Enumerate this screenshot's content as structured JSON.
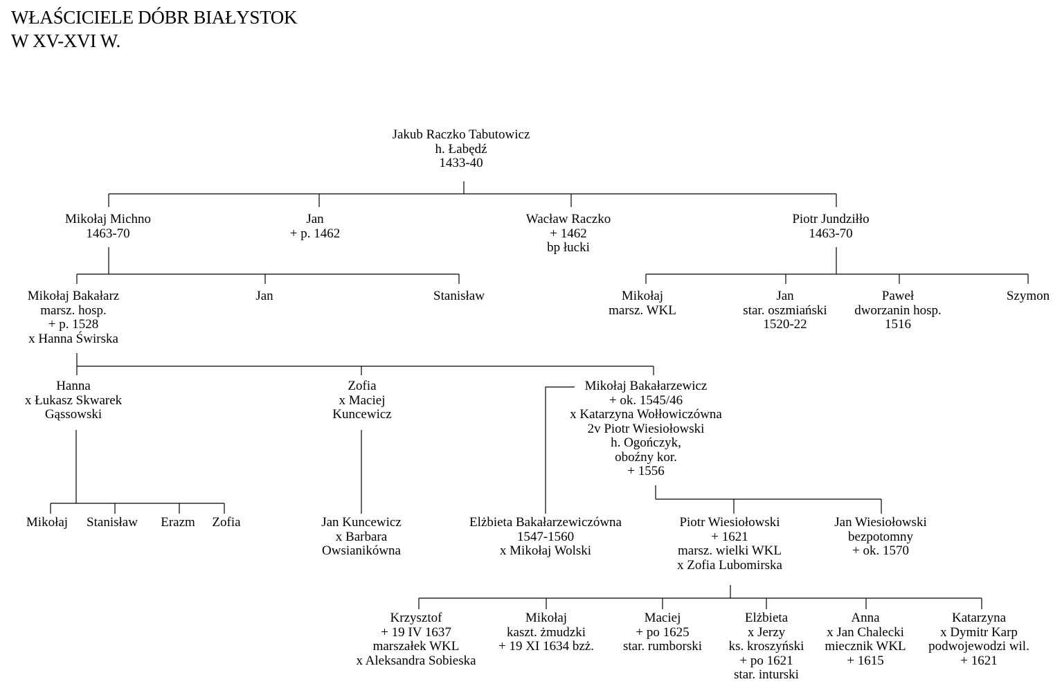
{
  "title": {
    "line1": "WŁAŚCICIELE DÓBR BIAŁYSTOK",
    "line2": "W XV-XVI W."
  },
  "people": {
    "jakub": [
      "Jakub Raczko Tabutowicz",
      "h. Łabędź",
      "1433-40"
    ],
    "mikolaj_michno": [
      "Mikołaj Michno",
      "1463-70"
    ],
    "jan_1": [
      "Jan",
      "+ p. 1462"
    ],
    "waclaw": [
      "Wacław Raczko",
      "+ 1462",
      "bp łucki"
    ],
    "piotr_j": [
      "Piotr Jundziłło",
      "1463-70"
    ],
    "mikolaj_bak": [
      "Mikołaj Bakałarz",
      "marsz. hosp.",
      "+ p. 1528",
      "x Hanna Świrska"
    ],
    "jan_2": [
      "Jan"
    ],
    "stanislaw_1": [
      "Stanisław"
    ],
    "mikolaj_wkl": [
      "Mikołaj",
      "marsz. WKL"
    ],
    "jan_3": [
      "Jan",
      "star. oszmiański",
      "1520-22"
    ],
    "pawel": [
      "Paweł",
      "dworzanin hosp.",
      "1516"
    ],
    "szymon": [
      "Szymon"
    ],
    "hanna": [
      "Hanna",
      "x Łukasz Skwarek",
      "Gąssowski"
    ],
    "zofia_1": [
      "Zofia",
      "x Maciej",
      "Kuncewicz"
    ],
    "mikolaj_bakz": [
      "Mikołaj Bakałarzewicz",
      "+ ok. 1545/46",
      "x Katarzyna Wołłowiczówna",
      "2v Piotr Wiesiołowski",
      "h. Ogończyk,",
      "oboźny kor.",
      "+ 1556"
    ],
    "mikolaj_2": [
      "Mikołaj"
    ],
    "stanislaw_2": [
      "Stanisław"
    ],
    "erazm": [
      "Erazm"
    ],
    "zofia_2": [
      "Zofia"
    ],
    "jan_kunc": [
      "Jan Kuncewicz",
      "x Barbara",
      "Owsianikówna"
    ],
    "elzbieta_1": [
      "Elżbieta Bakałarzewiczówna",
      "1547-1560",
      "x Mikołaj Wolski"
    ],
    "piotr_w": [
      "Piotr Wiesiołowski",
      "+ 1621",
      "marsz. wielki WKL",
      "x Zofia Lubomirska"
    ],
    "jan_w": [
      "Jan Wiesiołowski",
      "bezpotomny",
      "+ ok. 1570"
    ],
    "krzysztof": [
      "Krzysztof",
      "+ 19 IV 1637",
      "marszałek WKL",
      "x Aleksandra Sobieska"
    ],
    "mikolaj_3": [
      "Mikołaj",
      "kaszt. żmudzki",
      "+ 19 XI 1634 bzż."
    ],
    "maciej": [
      "Maciej",
      "+ po 1625",
      "star. rumborski"
    ],
    "elzbieta_2": [
      "Elżbieta",
      "x Jerzy",
      "ks. kroszyński",
      "+ po 1621",
      "star. inturski"
    ],
    "anna": [
      "Anna",
      "x Jan Chalecki",
      "miecznik WKL",
      "+ 1615"
    ],
    "katarzyna": [
      "Katarzyna",
      "x Dymitr Karp",
      "podwojewodzi wil.",
      "+ 1621"
    ]
  }
}
